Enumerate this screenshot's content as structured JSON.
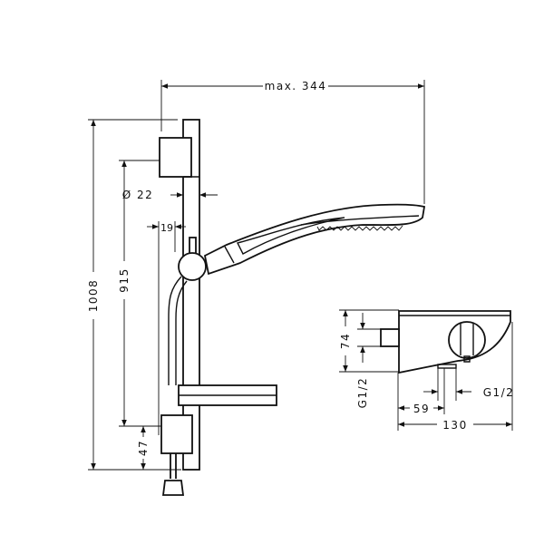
{
  "dimensions": {
    "max_reach": "max. 344",
    "rail_diameter": "Ø 22",
    "offset": "19",
    "total_height": "1008",
    "bracket_spacing": "915",
    "bottom_height": "47",
    "thermostat_height": "74",
    "inlet_thread_vertical": "G1/2",
    "outlet_offset": "59",
    "outlet_thread": "G1/2",
    "thermostat_depth": "130"
  }
}
